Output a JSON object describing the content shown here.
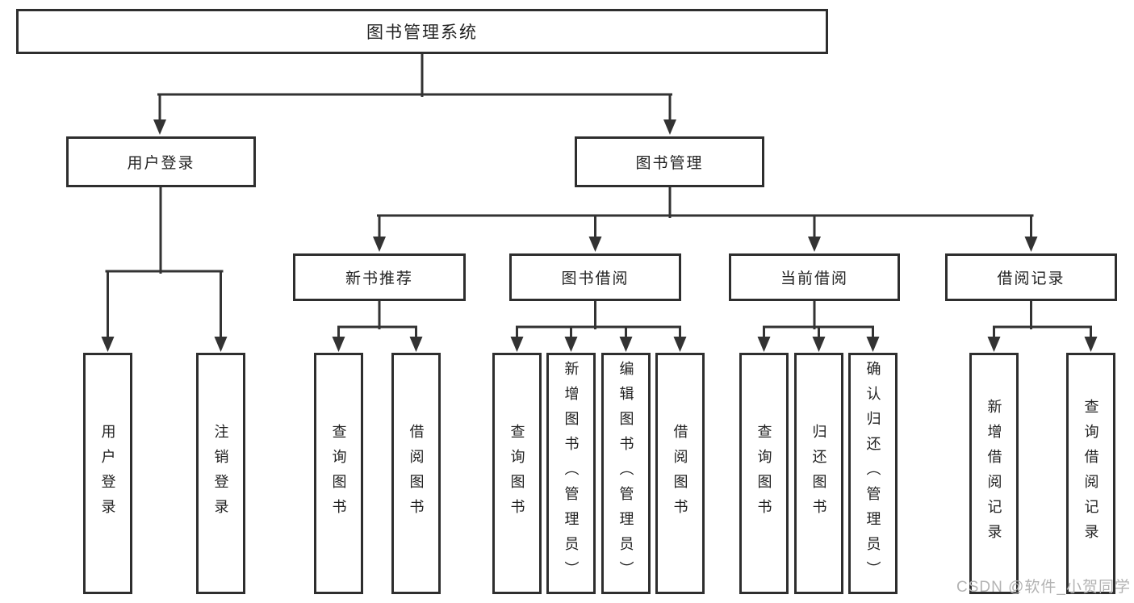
{
  "diagram": {
    "colors": {
      "line": "#333333",
      "border": "#2e2e2e",
      "text": "#222222",
      "bg": "#ffffff",
      "watermark": "#b3b3b3"
    },
    "tree": {
      "root": {
        "label": "图书管理系统",
        "children": [
          {
            "label": "用户登录",
            "children": [
              {
                "label": "用户登录"
              },
              {
                "label": "注销登录"
              }
            ]
          },
          {
            "label": "图书管理",
            "children": [
              {
                "label": "新书推荐",
                "children": [
                  {
                    "label": "查询图书"
                  },
                  {
                    "label": "借阅图书"
                  }
                ]
              },
              {
                "label": "图书借阅",
                "children": [
                  {
                    "label": "查询图书"
                  },
                  {
                    "label": "新增图书（管理员）"
                  },
                  {
                    "label": "编辑图书（管理员）"
                  },
                  {
                    "label": "借阅图书"
                  }
                ]
              },
              {
                "label": "当前借阅",
                "children": [
                  {
                    "label": "查询图书"
                  },
                  {
                    "label": "归还图书"
                  },
                  {
                    "label": "确认归还（管理员）"
                  }
                ]
              },
              {
                "label": "借阅记录",
                "children": [
                  {
                    "label": "新增借阅记录"
                  },
                  {
                    "label": "查询借阅记录"
                  }
                ]
              }
            ]
          }
        ]
      }
    },
    "watermark": {
      "text": "CSDN @软件_小贺同学"
    }
  }
}
